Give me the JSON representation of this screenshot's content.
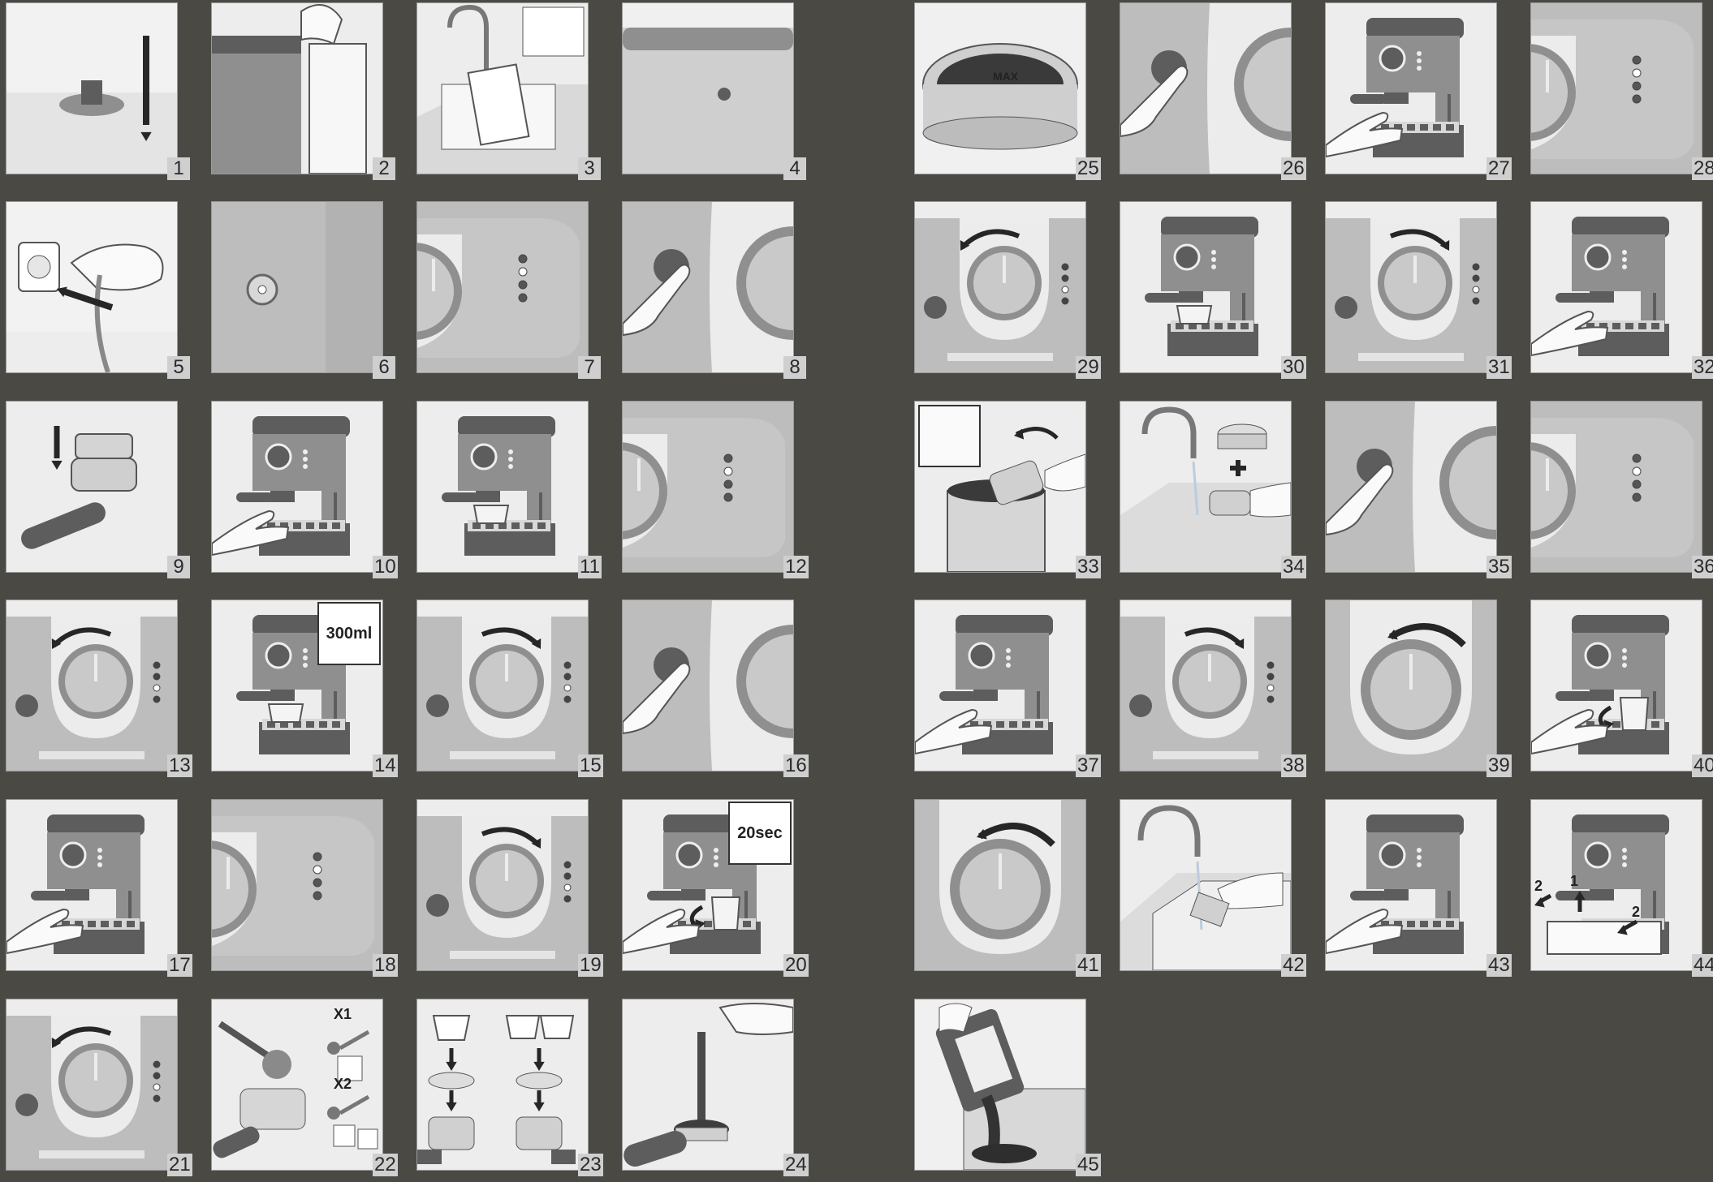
{
  "colors": {
    "background": "#4a4944",
    "panel": "#ededed",
    "machine": "#8f8f8f",
    "machine_dark": "#5d5d5d",
    "dial_face": "#c9c9c9",
    "number_box": "#cfcfcf",
    "arrow": "#262626"
  },
  "steps": [
    {
      "n": "1",
      "scene": "floor-arrow"
    },
    {
      "n": "2",
      "scene": "tank-lift"
    },
    {
      "n": "3",
      "scene": "sink-fill"
    },
    {
      "n": "4",
      "scene": "machine-side"
    },
    {
      "n": "5",
      "scene": "plug"
    },
    {
      "n": "6",
      "scene": "power-button"
    },
    {
      "n": "7",
      "scene": "dial-lights"
    },
    {
      "n": "8",
      "scene": "finger-button"
    },
    {
      "n": "9",
      "scene": "portafilter-insert"
    },
    {
      "n": "10",
      "scene": "machine-hand"
    },
    {
      "n": "11",
      "scene": "machine-cup"
    },
    {
      "n": "12",
      "scene": "dial-lights"
    },
    {
      "n": "13",
      "scene": "dial-turn-left"
    },
    {
      "n": "14",
      "scene": "machine-cup",
      "callout": "300ml"
    },
    {
      "n": "15",
      "scene": "dial-turn-right"
    },
    {
      "n": "16",
      "scene": "finger-button"
    },
    {
      "n": "17",
      "scene": "machine-hand"
    },
    {
      "n": "18",
      "scene": "dial-lights"
    },
    {
      "n": "19",
      "scene": "dial-turn-right"
    },
    {
      "n": "20",
      "scene": "machine-jug",
      "callout": "20sec"
    },
    {
      "n": "21",
      "scene": "dial-turn-left"
    },
    {
      "n": "22",
      "scene": "scoop",
      "labels": [
        "X1",
        "X2"
      ]
    },
    {
      "n": "23",
      "scene": "cups-filters"
    },
    {
      "n": "24",
      "scene": "tamper"
    },
    {
      "n": "25",
      "scene": "grounds-max",
      "label": "MAX"
    },
    {
      "n": "26",
      "scene": "finger-button"
    },
    {
      "n": "27",
      "scene": "machine-hand"
    },
    {
      "n": "28",
      "scene": "dial-lights"
    },
    {
      "n": "29",
      "scene": "dial-turn-left"
    },
    {
      "n": "30",
      "scene": "machine-cup"
    },
    {
      "n": "31",
      "scene": "dial-turn-right"
    },
    {
      "n": "32",
      "scene": "machine-hand"
    },
    {
      "n": "33",
      "scene": "knock-bin"
    },
    {
      "n": "34",
      "scene": "rinse-filter"
    },
    {
      "n": "35",
      "scene": "finger-button"
    },
    {
      "n": "36",
      "scene": "dial-lights"
    },
    {
      "n": "37",
      "scene": "machine-hand"
    },
    {
      "n": "38",
      "scene": "dial-turn-right"
    },
    {
      "n": "39",
      "scene": "dial-big-left"
    },
    {
      "n": "40",
      "scene": "machine-jug"
    },
    {
      "n": "41",
      "scene": "dial-big-left"
    },
    {
      "n": "42",
      "scene": "rinse-sink"
    },
    {
      "n": "43",
      "scene": "machine-hand"
    },
    {
      "n": "44",
      "scene": "tray-remove",
      "labels": [
        "1",
        "2",
        "2"
      ]
    },
    {
      "n": "45",
      "scene": "dump-tray"
    }
  ]
}
